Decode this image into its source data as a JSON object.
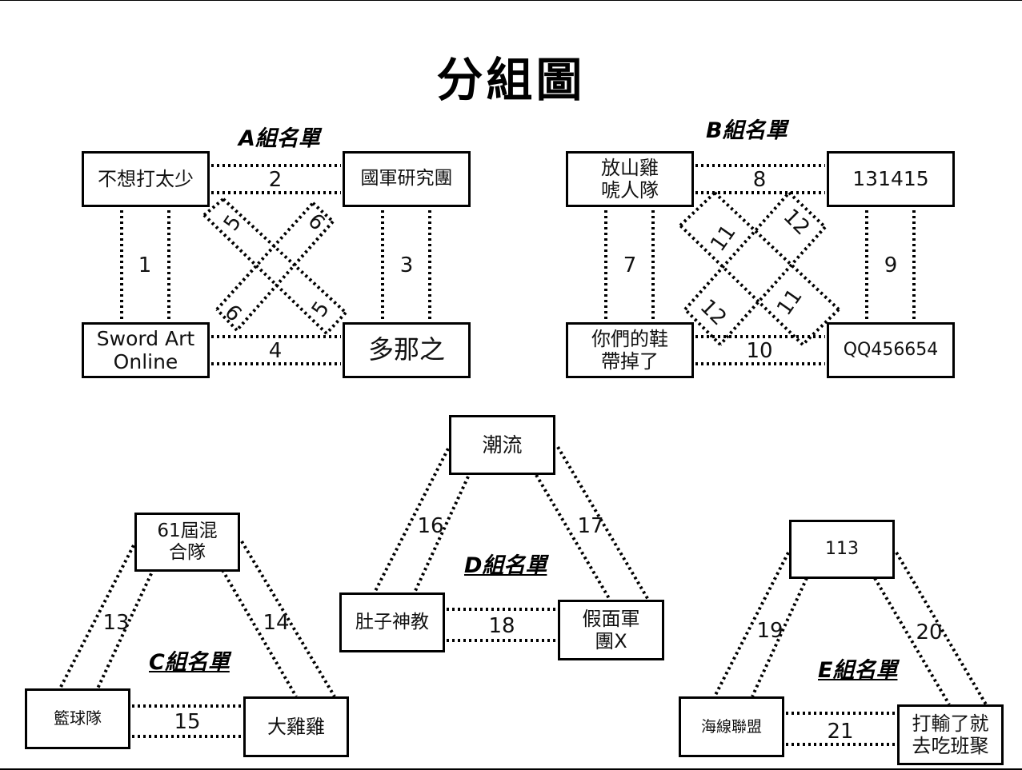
{
  "title": "分組圖",
  "groups": {
    "a": {
      "label": "A組名單",
      "teams": [
        "不想打太少",
        "國軍研究團",
        "Sword Art\nOnline",
        "多那之"
      ]
    },
    "b": {
      "label": "B組名單",
      "teams": [
        "放山雞\n唬人隊",
        "131415",
        "你們的鞋\n帶掉了",
        "QQ456654"
      ]
    },
    "c": {
      "label": "C組名單",
      "teams": [
        "61屆混\n合隊",
        "籃球隊",
        "大雞雞"
      ]
    },
    "d": {
      "label": "D組名單",
      "teams": [
        "潮流",
        "肚子神教",
        "假面軍\n團X"
      ]
    },
    "e": {
      "label": "E組名單",
      "teams": [
        "113",
        "海線聯盟",
        "打輸了就\n去吃班聚"
      ]
    }
  },
  "matches": {
    "a": [
      "1",
      "2",
      "3",
      "4",
      "5",
      "6"
    ],
    "b": [
      "7",
      "8",
      "9",
      "10",
      "11",
      "12"
    ],
    "c": [
      "13",
      "14",
      "15"
    ],
    "d": [
      "16",
      "17",
      "18"
    ],
    "e": [
      "19",
      "20",
      "21"
    ]
  }
}
